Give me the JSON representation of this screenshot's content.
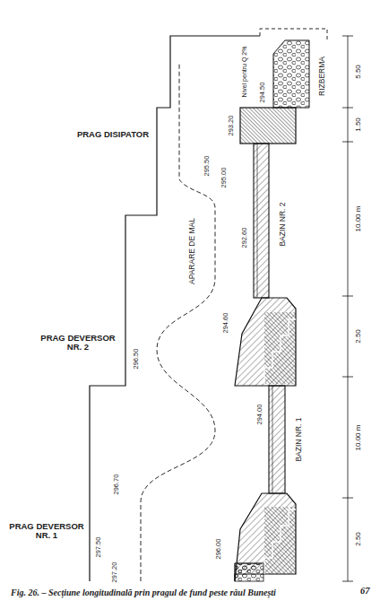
{
  "diagram": {
    "caption": "Fig. 26. – Secțiune longitudinală prin pragul de fund peste râul Bunești",
    "labels": [
      "PRAG DISIPATOR",
      "PRAG DEVERSOR NR. 2",
      "PRAG DEVERSOR NR. 1",
      "APARARE DE MAL",
      "RIZBERMA",
      "BAZIN NR. 2",
      "BAZIN NR. 1",
      "Nivel pentru Q 2%",
      "294.50",
      "293.20",
      "295.50",
      "295.00",
      "292.60",
      "294.60",
      "296.50",
      "294.00",
      "296.70",
      "297.50",
      "297.20",
      "296.00",
      "5.50",
      "1.50",
      "10.00 m",
      "2.50",
      "10.00 m",
      "2.50",
      "67"
    ]
  }
}
